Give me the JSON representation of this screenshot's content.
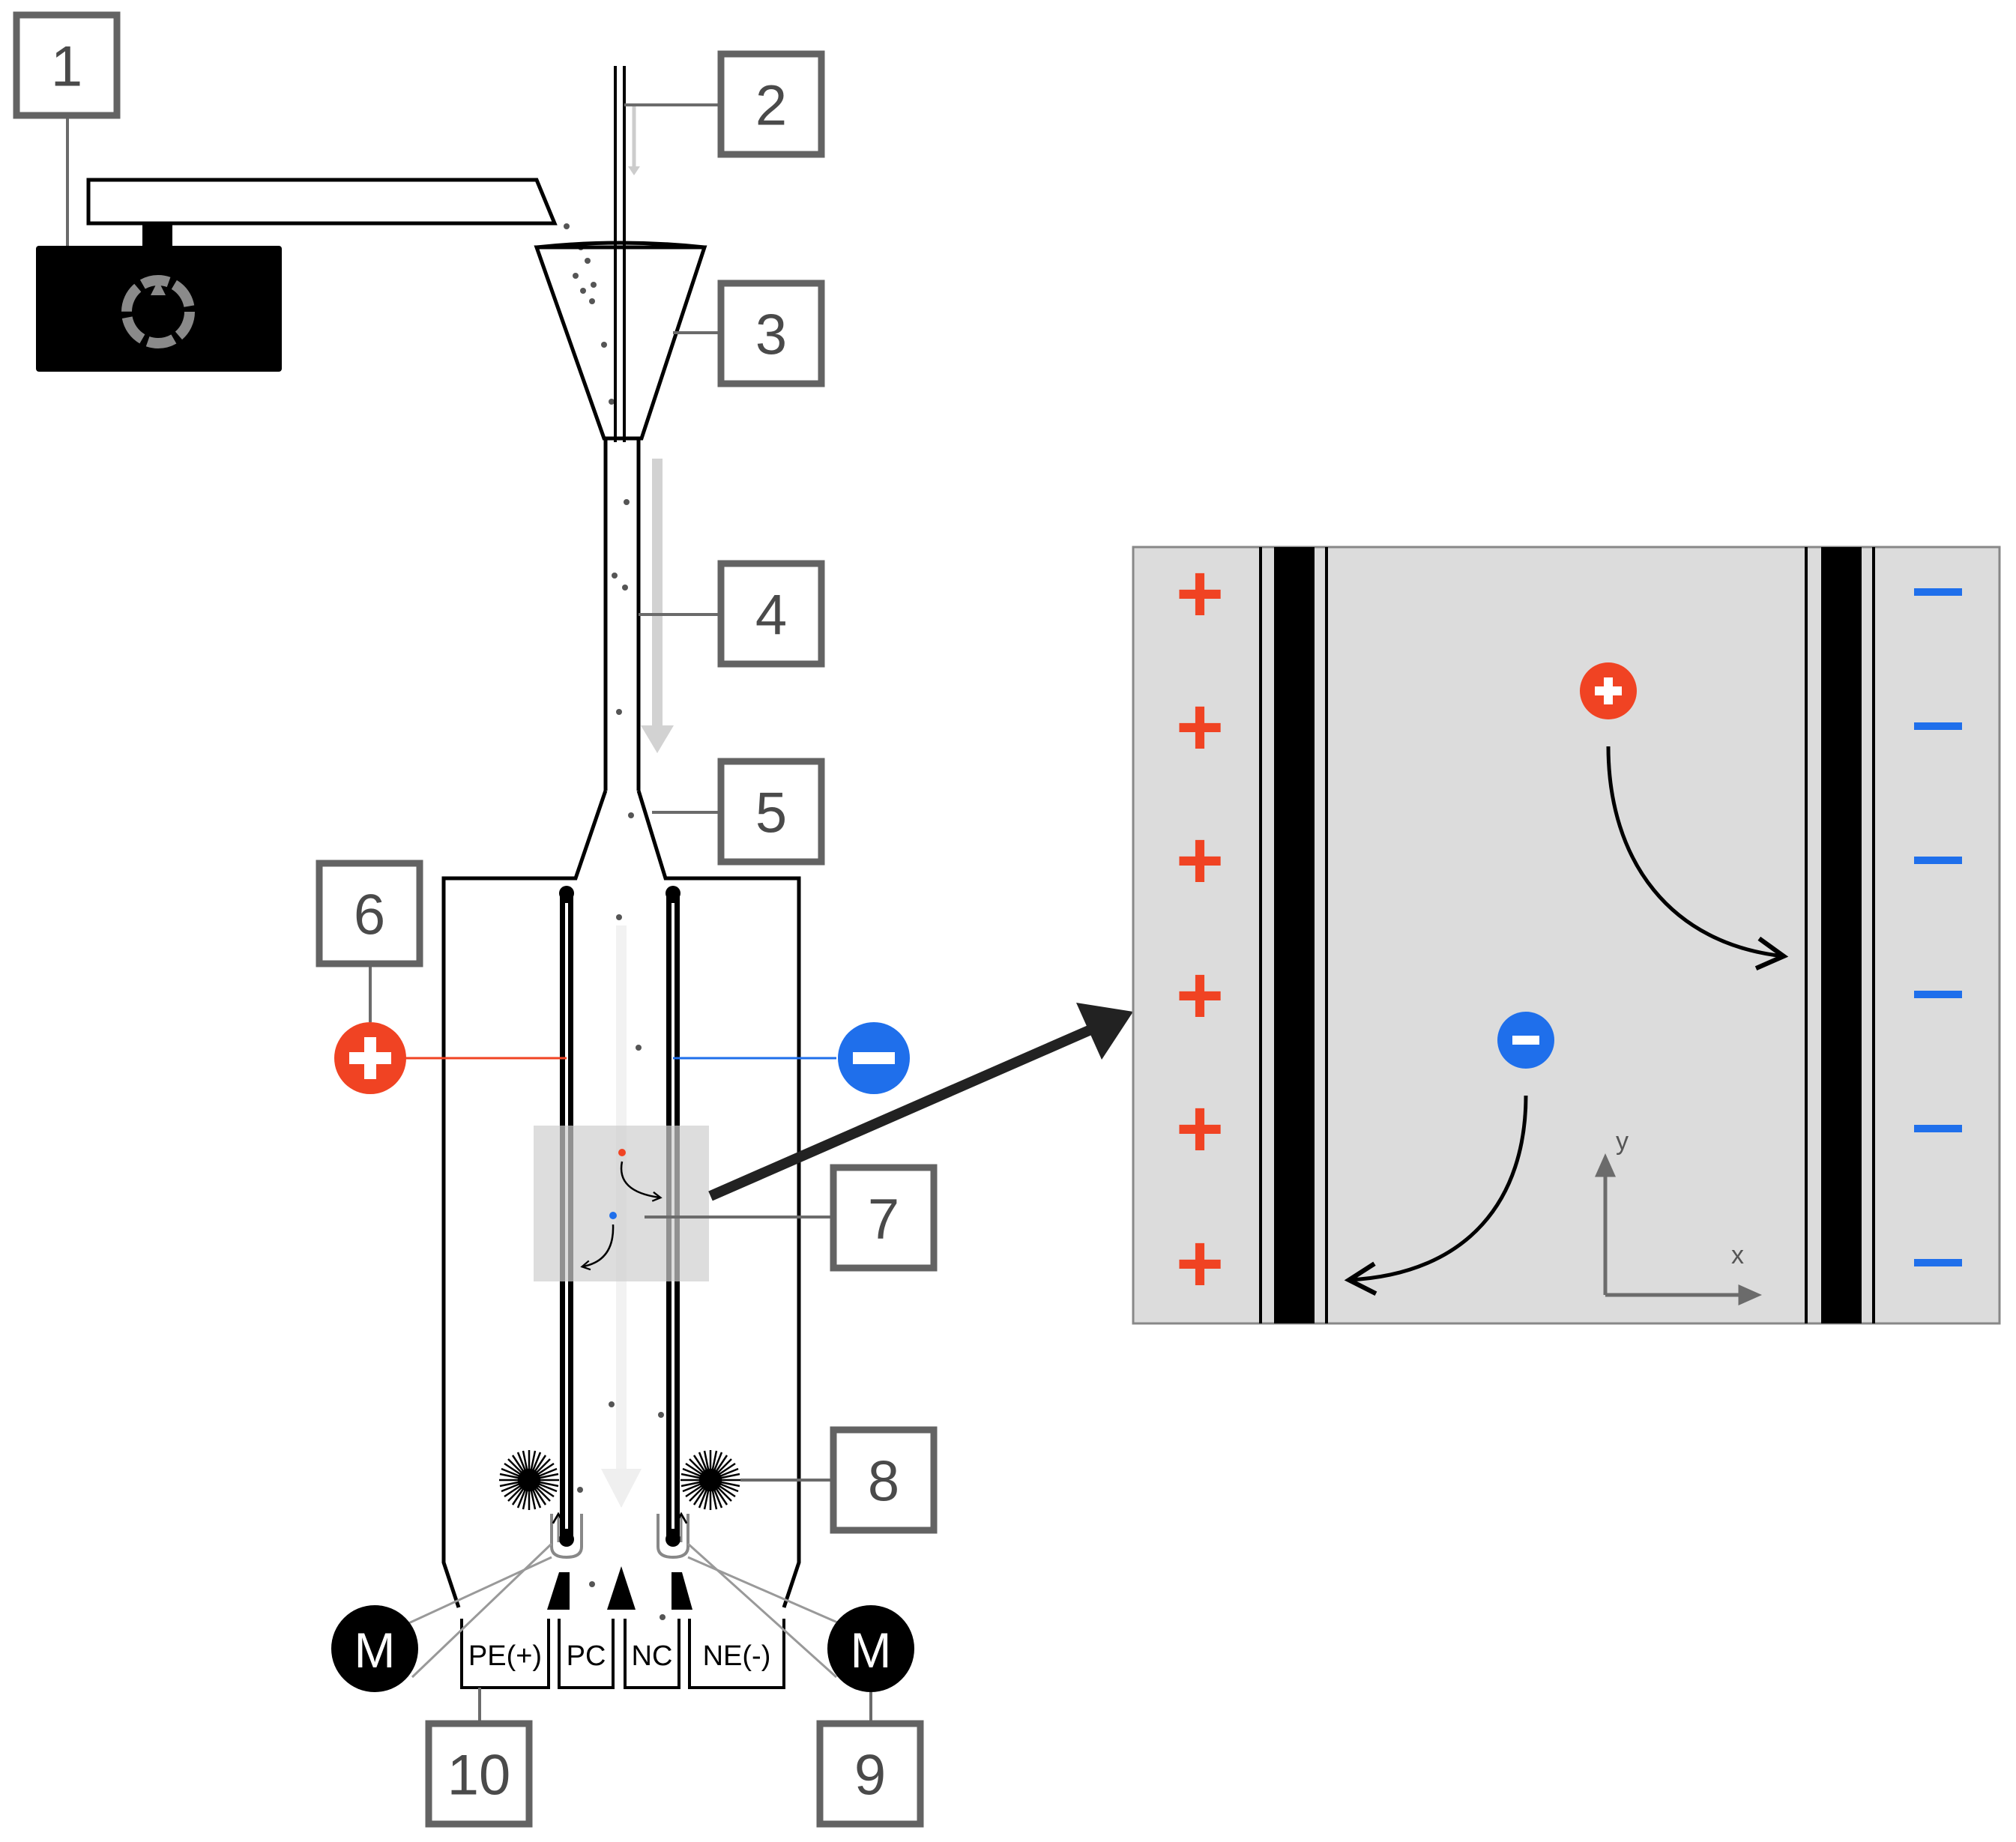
{
  "callouts": [
    "1",
    "2",
    "3",
    "4",
    "5",
    "6",
    "7",
    "8",
    "9",
    "10"
  ],
  "bins": [
    "PE(+)",
    "PC",
    "NC",
    "NE(-)"
  ],
  "motor_label": "M",
  "axes": {
    "x": "x",
    "y": "y"
  },
  "electrode_signs": {
    "positive": "+",
    "negative": "−"
  },
  "colors": {
    "positive": "#f04323",
    "negative": "#1f6feb",
    "outline": "#000000",
    "callout_border": "#636363",
    "zoom_bg": "#dcdcdc"
  },
  "icons": [
    "vibratory-feeder-icon",
    "funnel-icon",
    "motor-icon",
    "brush-icon",
    "plus-terminal-icon",
    "minus-terminal-icon",
    "zoom-arrow-icon"
  ]
}
